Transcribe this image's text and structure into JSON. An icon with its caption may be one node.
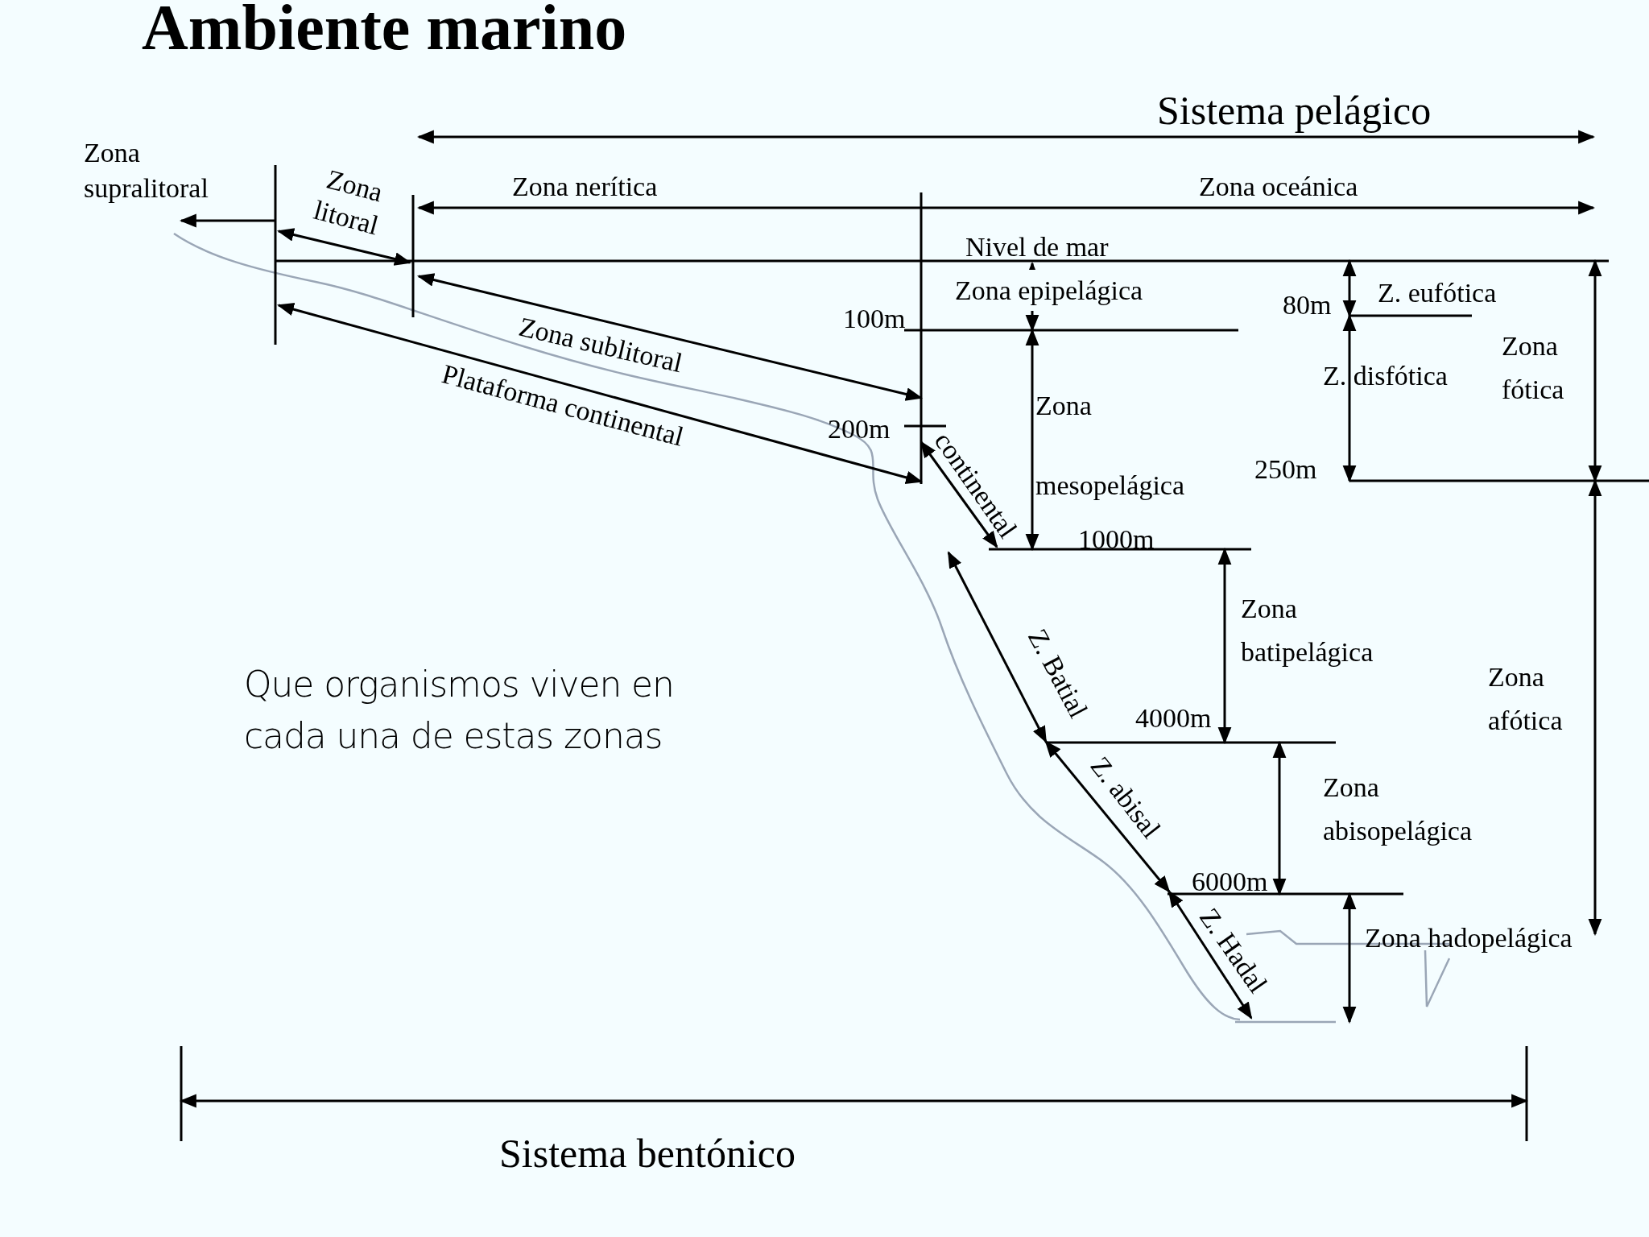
{
  "diagram": {
    "title": "Ambiente marino",
    "labels": [
      "Sistema pelágico",
      "Zona supralitoral",
      "Zona litoral",
      "Zona nerítica",
      "Zona oceánica",
      "Nivel de mar",
      "Zona epipelágica",
      "80m",
      "Z. eufótica",
      "100m",
      "Zona sublitoral",
      "Zona fótica",
      "Z. disfótica",
      "Plataforma continental",
      "200m",
      "continental",
      "Zona mesopelágica",
      "250m",
      "1000m",
      "Zona batipelágica",
      "Z. Batial",
      "Zona afótica",
      "4000m",
      "Z. abisal",
      "Zona abisopelágica",
      "6000m",
      "Z. Hadal",
      "Zona hadopelágica",
      "Sistema bentónico",
      "Que organismos viven en cada una de estas zonas"
    ]
  }
}
